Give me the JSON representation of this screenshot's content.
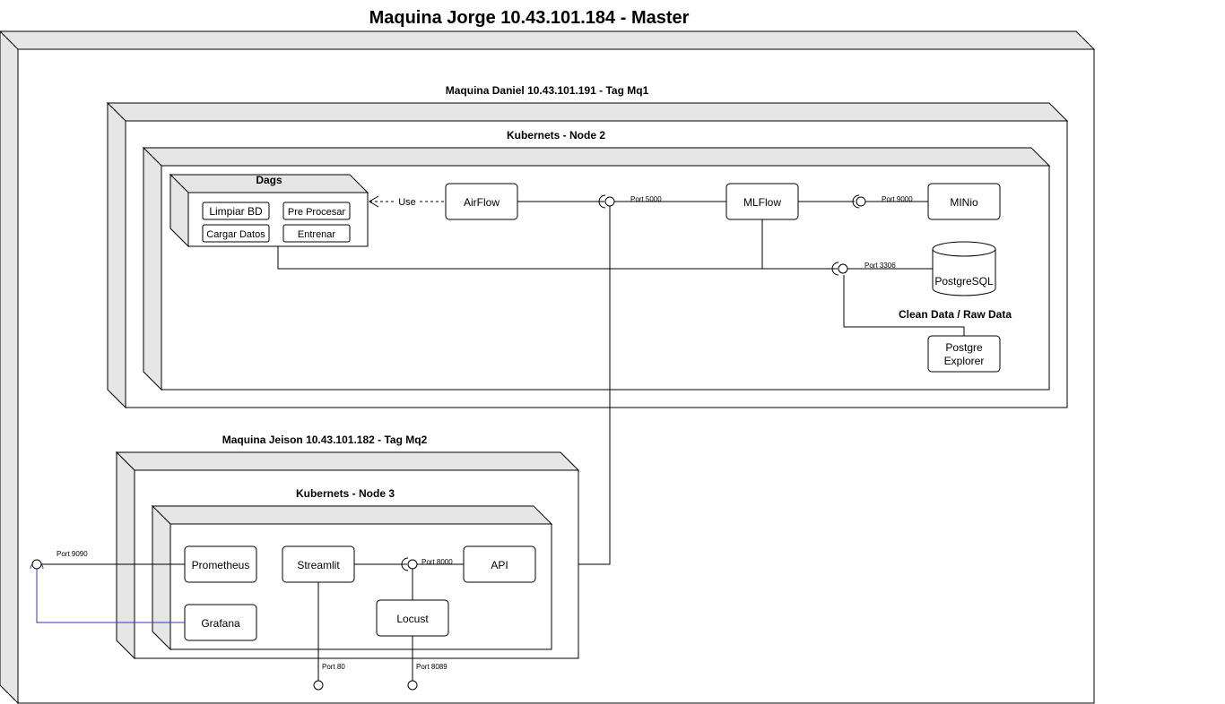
{
  "title": "Maquina Jorge 10.43.101.184 - Master",
  "machines": {
    "daniel": {
      "label": "Maquina Daniel 10.43.101.191 - Tag Mq1",
      "node_label": "Kubernets - Node 2",
      "dags": {
        "title": "Dags",
        "tasks": [
          "Limpiar BD",
          "Pre Procesar",
          "Cargar Datos",
          "Entrenar"
        ]
      },
      "use_label": "Use",
      "components": {
        "airflow": "AirFlow",
        "mlflow": "MLFlow",
        "minio": "MINio",
        "postgresql": "PostgreSQL",
        "postgre_explorer_line1": "Postgre",
        "postgre_explorer_line2": "Explorer"
      },
      "ports": {
        "mlflow": "Port 5000",
        "minio": "Port 9000",
        "postgresql": "Port 3306"
      },
      "clean_raw_label": "Clean Data / Raw Data"
    },
    "jeison": {
      "label": "Maquina Jeison 10.43.101.182 - Tag Mq2",
      "node_label": "Kubernets - Node 3",
      "components": {
        "prometheus": "Prometheus",
        "streamlit": "Streamlit",
        "api": "API",
        "grafana": "Grafana",
        "locust": "Locust"
      },
      "ports": {
        "prometheus": "Port 9090",
        "api": "Port 8000",
        "streamlit": "Port 80",
        "locust": "Port 8089"
      }
    }
  },
  "colors": {
    "stroke": "#000000",
    "side_fill": "#e6e6e6",
    "grafana_link": "#3333cc"
  }
}
